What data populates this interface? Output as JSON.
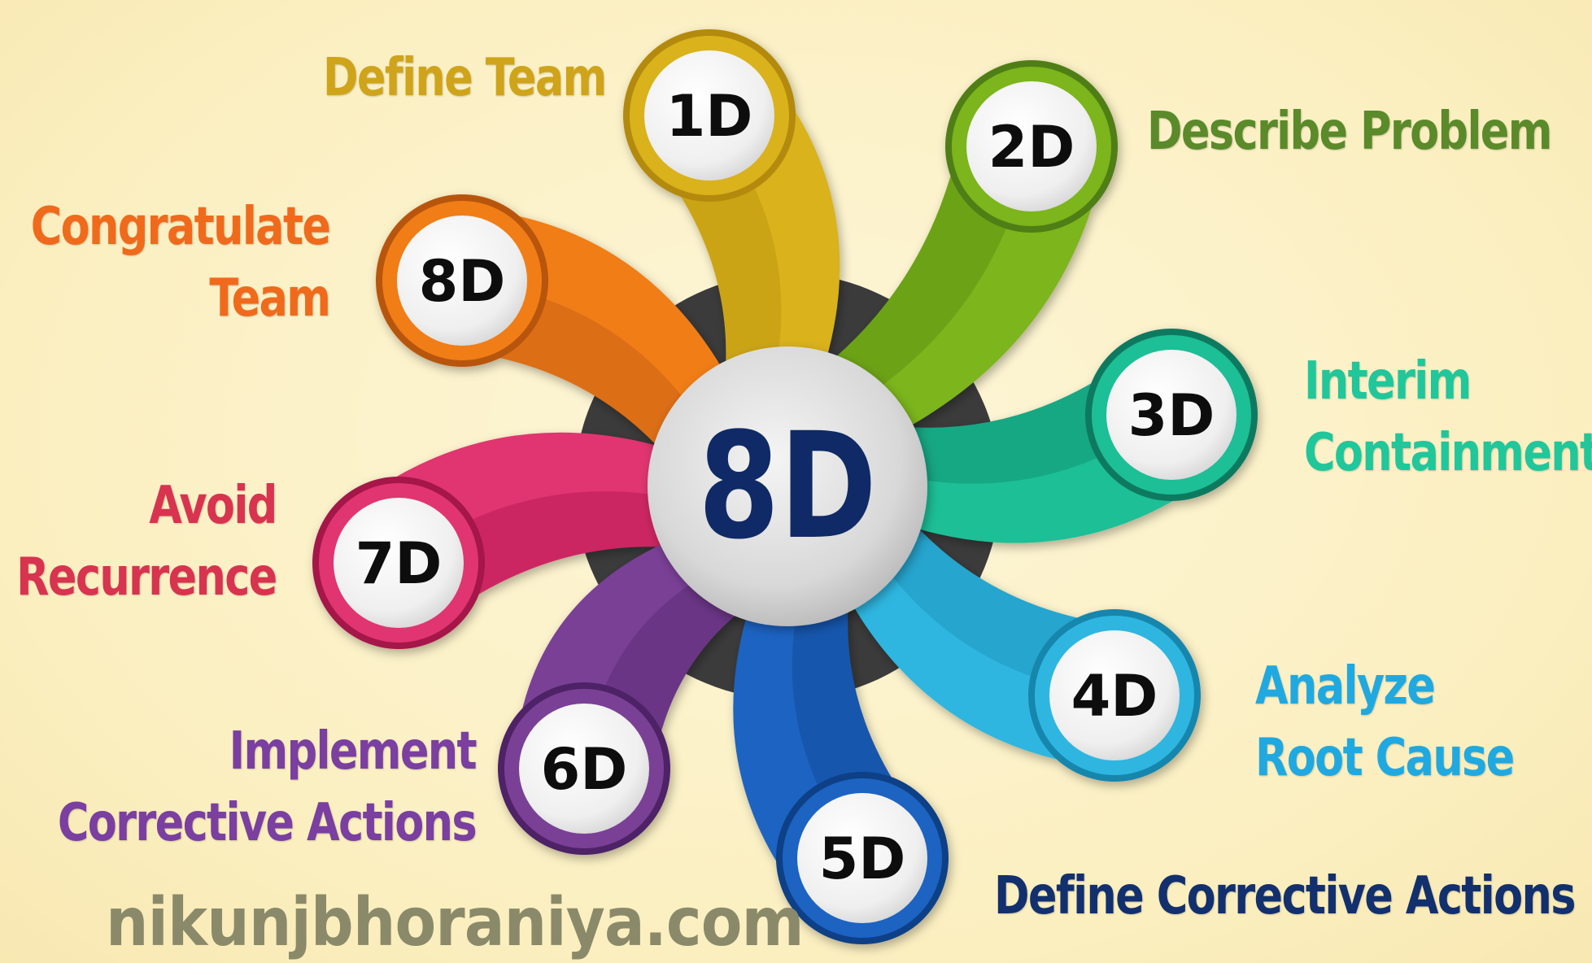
{
  "center": {
    "label": "8D",
    "color": "#0f2a66"
  },
  "steps": [
    {
      "badge": "1D",
      "lines": [
        "Define Team"
      ],
      "color": "#d9b21b",
      "dark": "#b38a08"
    },
    {
      "badge": "2D",
      "lines": [
        "Describe Problem"
      ],
      "color": "#7cb51a",
      "dark": "#4f7e12"
    },
    {
      "badge": "3D",
      "lines": [
        "Interim",
        "Containment"
      ],
      "color": "#1fbf96",
      "dark": "#0f7a60"
    },
    {
      "badge": "4D",
      "lines": [
        "Analyze",
        "Root Cause"
      ],
      "color": "#2fb6e0",
      "dark": "#1786ad"
    },
    {
      "badge": "5D",
      "lines": [
        "Define Corrective Actions"
      ],
      "color": "#1d64c2",
      "dark": "#0d3f86"
    },
    {
      "badge": "6D",
      "lines": [
        "Implement",
        "Corrective Actions"
      ],
      "color": "#7a3f96",
      "dark": "#4e2466"
    },
    {
      "badge": "7D",
      "lines": [
        "Avoid",
        "Recurrence"
      ],
      "color": "#e0356f",
      "dark": "#a5124a"
    },
    {
      "badge": "8D",
      "lines": [
        "Congratulate",
        "Team"
      ],
      "color": "#f07d18",
      "dark": "#b85408"
    }
  ],
  "label_colors": [
    "#cfa41a",
    "#5a8a2a",
    "#1fc79a",
    "#1fa9e0",
    "#12306e",
    "#7a3fa0",
    "#d8334f",
    "#f06a1c"
  ],
  "watermark": "nikunjbhoraniya.com"
}
